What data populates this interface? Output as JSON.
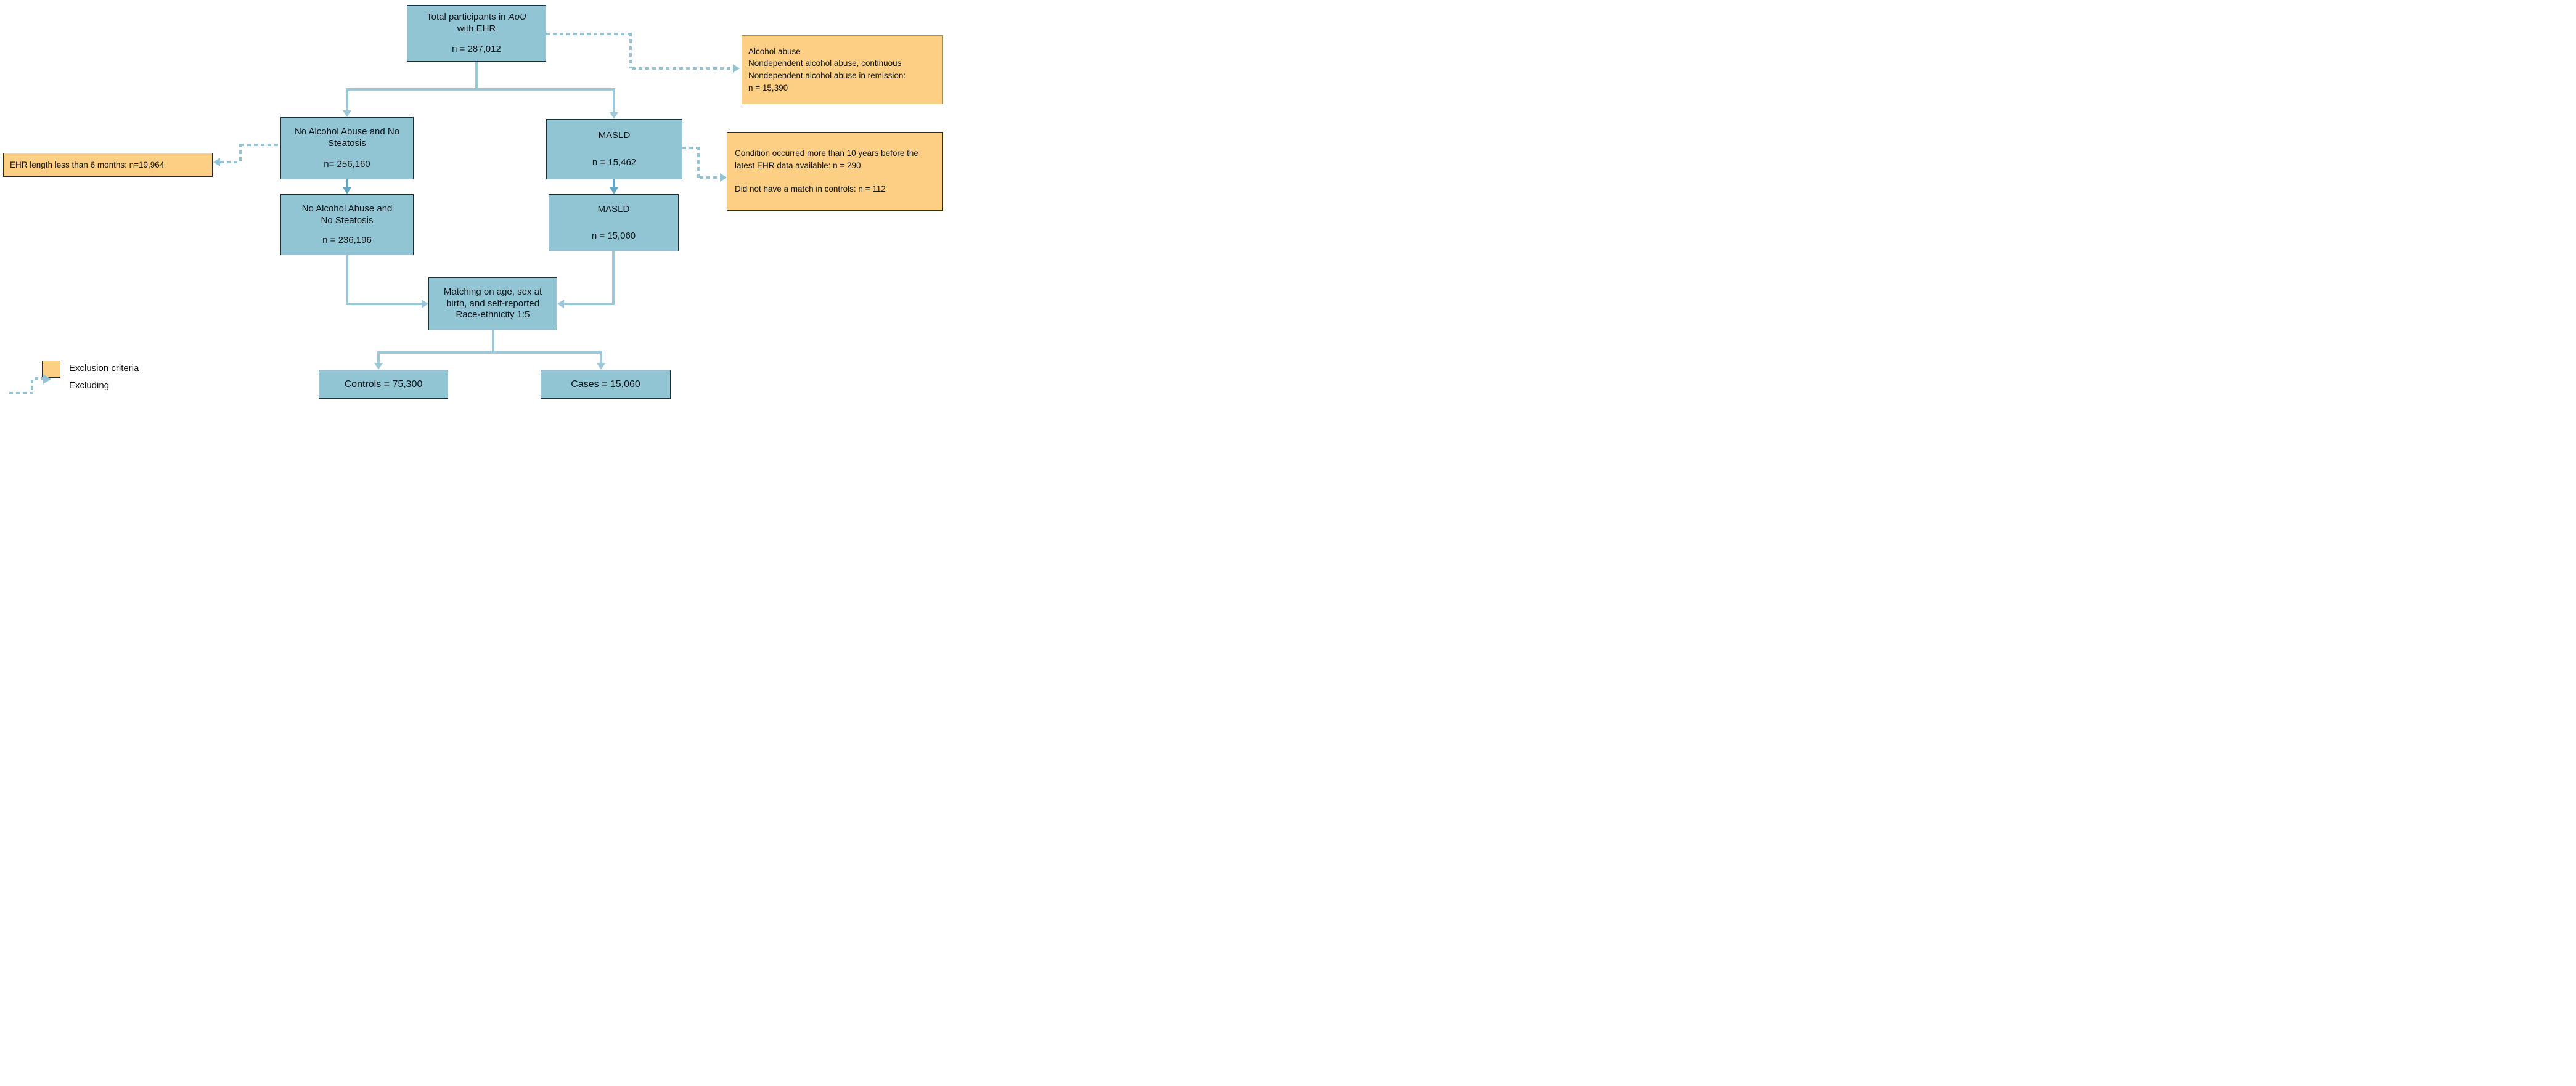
{
  "palette": {
    "blue_fill": "#92c5d4",
    "blue_border": "#1c2e3a",
    "orange_fill": "#fccf85",
    "orange_border": "#2b2b2b",
    "orange_border_tan": "#a58f52",
    "arrow": "#9cc8da",
    "arrow_dark": "#62a8c6",
    "dashed": "#93c4d6"
  },
  "boxes": {
    "total": {
      "title_pre": "Total participants in",
      "title_italic": "AoU",
      "title_post": "with EHR",
      "n": "n = 287,012"
    },
    "no_alcohol_1": {
      "title": "No Alcohol Abuse and No Steatosis",
      "n": "n= 256,160"
    },
    "masld_1": {
      "title": "MASLD",
      "n": "n = 15,462"
    },
    "no_alcohol_2": {
      "title": "No Alcohol Abuse and No Steatosis",
      "n": "n = 236,196"
    },
    "masld_2": {
      "title": "MASLD",
      "n": "n = 15,060"
    },
    "matching": {
      "title": "Matching on age, sex at birth, and self-reported Race-ethnicity 1:5"
    },
    "controls": {
      "title": "Controls = 75,300"
    },
    "cases": {
      "title": "Cases = 15,060"
    }
  },
  "exclusions": {
    "alcohol": {
      "lines": [
        "Alcohol abuse",
        "Nondependent alcohol abuse, continuous",
        "Nondependent alcohol abuse in remission:",
        "n = 15,390"
      ]
    },
    "ehr_length": {
      "text": "EHR length less than 6 months: n=19,964"
    },
    "condition": {
      "lines": [
        "Condition occurred more than 10 years before the latest EHR data available: n = 290",
        "Did not have a match in controls: n = 112"
      ]
    }
  },
  "legend": {
    "exclusion_label": "Exclusion criteria",
    "excluding_label": "Excluding"
  }
}
